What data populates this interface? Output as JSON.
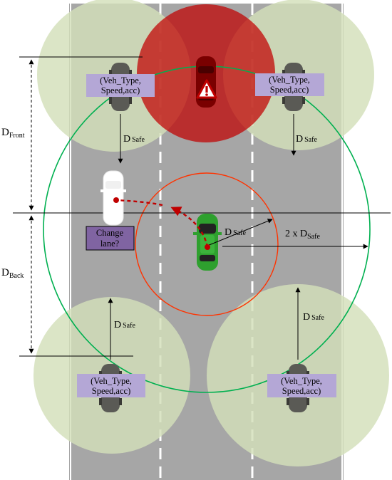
{
  "colors": {
    "road": "#a6a6a6",
    "lane_marking": "#ffffff",
    "sensing_zone": "#d3dfba",
    "hazard_zone": "#c00000",
    "safe_range": "#00b050",
    "ego_range": "#ff3300",
    "info_box": "#b4a7d6",
    "decision_box": "#8064a2",
    "ego_vehicle": "#2ea02e",
    "hazard_vehicle": "#7a0000",
    "other_vehicle": "#5a5a55",
    "target_slot_vehicle": "#ffffff",
    "trajectory": "#c00000"
  },
  "labels": {
    "d_front_main": "D",
    "d_front_sub": "Front",
    "d_back_main": "D",
    "d_back_sub": "Back",
    "d_safe_main": "D",
    "d_safe_sub": "Safe",
    "double_safe_main": "2 x D",
    "double_safe_sub": "Safe"
  },
  "info_boxes": [
    {
      "line1": "(Veh_Type,",
      "line2": "Speed,acc)"
    },
    {
      "line1": "(Veh_Type,",
      "line2": "Speed,acc)"
    },
    {
      "line1": "(Veh_Type,",
      "line2": "Speed,acc)"
    },
    {
      "line1": "(Veh_Type,",
      "line2": "Speed,acc)"
    }
  ],
  "decision_box": {
    "line1": "Change",
    "line2": "lane?"
  },
  "icons": {
    "hazard": "warning-triangle-icon"
  }
}
